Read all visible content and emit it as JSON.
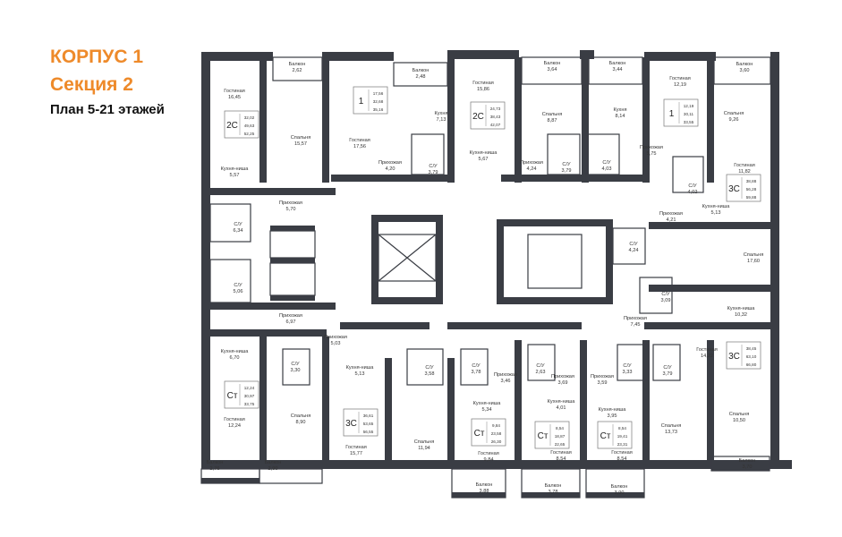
{
  "header": {
    "building": "КОРПУС 1",
    "section": "Секция 2",
    "plan": "План 5-21 этажей"
  },
  "colors": {
    "wall": "#3a3d44",
    "accent": "#ee8a2a",
    "text": "#333333",
    "background": "#ffffff"
  },
  "rooms": [
    {
      "name": "Балкон",
      "area": "2,62"
    },
    {
      "name": "Гостиная",
      "area": "16,45"
    },
    {
      "name": "Спальня",
      "area": "15,57"
    },
    {
      "name": "Кухня-ниша",
      "area": "5,57"
    },
    {
      "name": "Прихожая",
      "area": "5,70"
    },
    {
      "name": "С/У",
      "area": "6,34"
    },
    {
      "name": "С/У",
      "area": "5,06"
    },
    {
      "name": "Прихожая",
      "area": "6,97"
    },
    {
      "name": "Кухня-ниша",
      "area": "6,70"
    },
    {
      "name": "С/У",
      "area": "3,30"
    },
    {
      "name": "Спальня",
      "area": "8,90"
    },
    {
      "name": "Гостиная",
      "area": "12,24"
    },
    {
      "name": "Балкон",
      "area": "2,76"
    },
    {
      "name": "Балкон",
      "area": "2,90"
    },
    {
      "name": "Гостиная",
      "area": "17,56"
    },
    {
      "name": "Балкон",
      "area": "2,48"
    },
    {
      "name": "Кухня",
      "area": "7,13"
    },
    {
      "name": "Прихожая",
      "area": "4,20"
    },
    {
      "name": "С/У",
      "area": "3,79"
    },
    {
      "name": "Гостиная",
      "area": "15,86"
    },
    {
      "name": "Кухня-ниша",
      "area": "5,67"
    },
    {
      "name": "Балкон",
      "area": "3,64"
    },
    {
      "name": "Спальня",
      "area": "8,87"
    },
    {
      "name": "Прихожая",
      "area": "4,24"
    },
    {
      "name": "С/У",
      "area": "3,79"
    },
    {
      "name": "Балкон",
      "area": "3,44"
    },
    {
      "name": "Кухня",
      "area": "8,14"
    },
    {
      "name": "С/У",
      "area": "4,03"
    },
    {
      "name": "Гостиная",
      "area": "12,19"
    },
    {
      "name": "Прихожая",
      "area": "5,75"
    },
    {
      "name": "Балкон",
      "area": "3,60"
    },
    {
      "name": "Спальня",
      "area": "9,26"
    },
    {
      "name": "Гостиная",
      "area": "11,82"
    },
    {
      "name": "С/У",
      "area": "4,02"
    },
    {
      "name": "Прихожая",
      "area": "4,21"
    },
    {
      "name": "Кухня-ниша",
      "area": "5,13"
    },
    {
      "name": "С/У",
      "area": "4,24"
    },
    {
      "name": "Спальня",
      "area": "17,60"
    },
    {
      "name": "С/У",
      "area": "3,09"
    },
    {
      "name": "Кухня-ниша",
      "area": "10,32"
    },
    {
      "name": "Прихожая",
      "area": "7,45"
    },
    {
      "name": "Гостиная",
      "area": "14,22"
    },
    {
      "name": "Прихожая",
      "area": "5,03"
    },
    {
      "name": "Кухня-ниша",
      "area": "5,13"
    },
    {
      "name": "С/У",
      "area": "3,58"
    },
    {
      "name": "Гостиная",
      "area": "15,77"
    },
    {
      "name": "Спальня",
      "area": "11,94"
    },
    {
      "name": "С/У",
      "area": "3,78"
    },
    {
      "name": "Прихожая",
      "area": "3,46"
    },
    {
      "name": "Кухня-ниша",
      "area": "5,34"
    },
    {
      "name": "Гостиная",
      "area": "9,84"
    },
    {
      "name": "Балкон",
      "area": "3,88"
    },
    {
      "name": "С/У",
      "area": "2,63"
    },
    {
      "name": "Прихожая",
      "area": "3,69"
    },
    {
      "name": "Кухня-ниша",
      "area": "4,01"
    },
    {
      "name": "Гостиная",
      "area": "8,54"
    },
    {
      "name": "Балкон",
      "area": "3,78"
    },
    {
      "name": "Прихожая",
      "area": "3,59"
    },
    {
      "name": "С/У",
      "area": "3,33"
    },
    {
      "name": "Кухня-ниша",
      "area": "3,95"
    },
    {
      "name": "Гостиная",
      "area": "8,54"
    },
    {
      "name": "Балкон",
      "area": "3,90"
    },
    {
      "name": "С/У",
      "area": "3,79"
    },
    {
      "name": "Спальня",
      "area": "13,73"
    },
    {
      "name": "Спальня",
      "area": "10,50"
    },
    {
      "name": "Балкон",
      "area": "3,70"
    }
  ],
  "apartments": [
    {
      "code": "2С",
      "areas": [
        "32,02",
        "49,63",
        "52,25"
      ]
    },
    {
      "code": "1",
      "areas": [
        "17,56",
        "32,68",
        "35,16"
      ]
    },
    {
      "code": "2С",
      "areas": [
        "24,73",
        "38,43",
        "42,07"
      ]
    },
    {
      "code": "1",
      "areas": [
        "12,19",
        "30,11",
        "33,55"
      ]
    },
    {
      "code": "3С",
      "areas": [
        "38,88",
        "56,28",
        "59,88"
      ]
    },
    {
      "code": "3С",
      "areas": [
        "38,45",
        "63,10",
        "66,80"
      ]
    },
    {
      "code": "Ст",
      "areas": [
        "12,24",
        "30,97",
        "33,75"
      ]
    },
    {
      "code": "3С",
      "areas": [
        "36,61",
        "53,65",
        "56,55"
      ]
    },
    {
      "code": "Ст",
      "areas": [
        "9,84",
        "23,58",
        "26,30"
      ]
    },
    {
      "code": "Ст",
      "areas": [
        "8,54",
        "18,87",
        "22,65"
      ]
    },
    {
      "code": "Ст",
      "areas": [
        "8,54",
        "19,41",
        "23,31"
      ]
    }
  ]
}
